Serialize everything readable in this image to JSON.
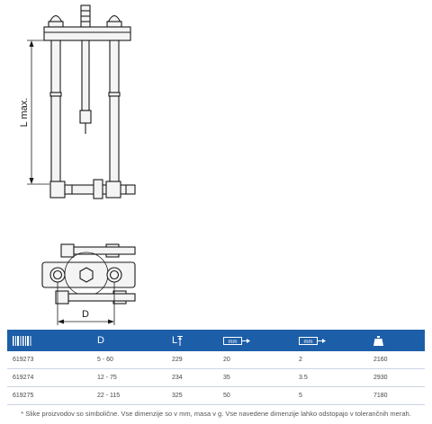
{
  "drawing": {
    "label_l_max": "L max.",
    "label_d": "D"
  },
  "table": {
    "columns": [
      {
        "id": "article",
        "icon": "barcode-icon",
        "label": ""
      },
      {
        "id": "d",
        "icon": "",
        "label": "D"
      },
      {
        "id": "l",
        "icon": "length-icon",
        "label": "L"
      },
      {
        "id": "mm1",
        "icon": "jaw-depth-icon",
        "label": "mm"
      },
      {
        "id": "mm2",
        "icon": "jaw-width-icon",
        "label": "mm"
      },
      {
        "id": "mass",
        "icon": "weight-icon",
        "label": ""
      }
    ],
    "rows": [
      {
        "article": "619273",
        "d": "5 - 60",
        "l": "229",
        "a": "20",
        "b": "2",
        "mass": "2160"
      },
      {
        "article": "619274",
        "d": "12 - 75",
        "l": "234",
        "a": "35",
        "b": "3.5",
        "mass": "2930"
      },
      {
        "article": "619275",
        "d": "22 - 115",
        "l": "325",
        "a": "50",
        "b": "5",
        "mass": "7180"
      }
    ]
  },
  "footnote": "* Slike proizvodov so simbolične. Vse dimenzije so v mm, masa v g. Vse navedene dimenzije lahko odstopajo v tolerančnih merah.",
  "colors": {
    "header_bg": "#1d5ea8",
    "drawing_stroke": "#1a1a1a",
    "drawing_fill": "#f4f4f4"
  }
}
